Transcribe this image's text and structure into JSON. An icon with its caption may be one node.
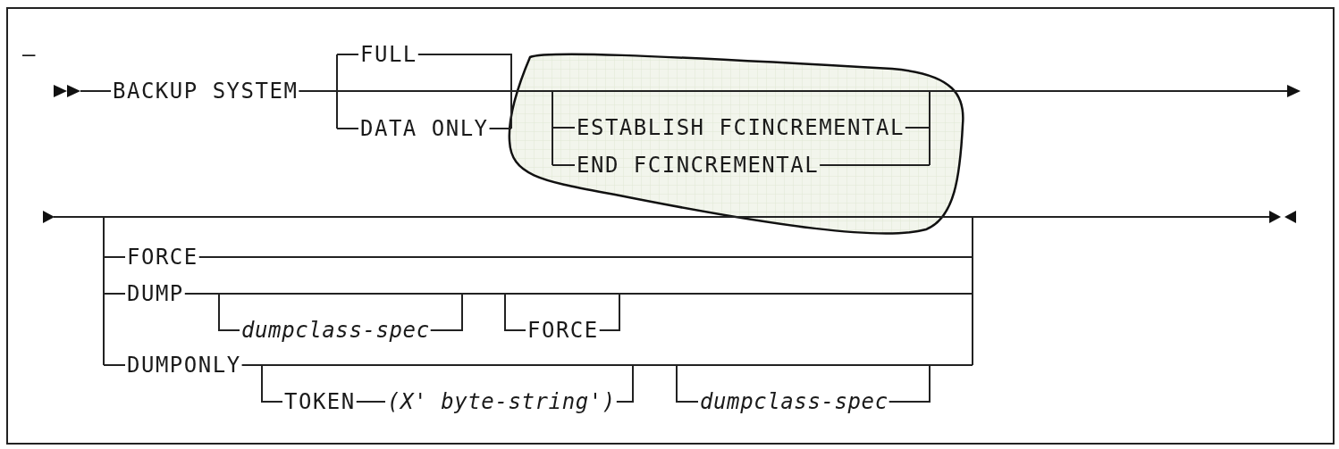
{
  "diagram": {
    "nodes": [
      {
        "text": [
          "ESTABLISH FCINCREMENTAL",
          "END FCINCREMENTAL"
        ]
      }
    ],
    "labels": [
      "–",
      "BACKUP SYSTEM",
      "FULL",
      "DATA ONLY",
      "FORCE",
      "DUMP",
      "dumpclass-spec",
      "FORCE",
      "DUMPONLY",
      "TOKEN",
      "(X' byte-string')",
      "dumpclass-spec"
    ]
  }
}
